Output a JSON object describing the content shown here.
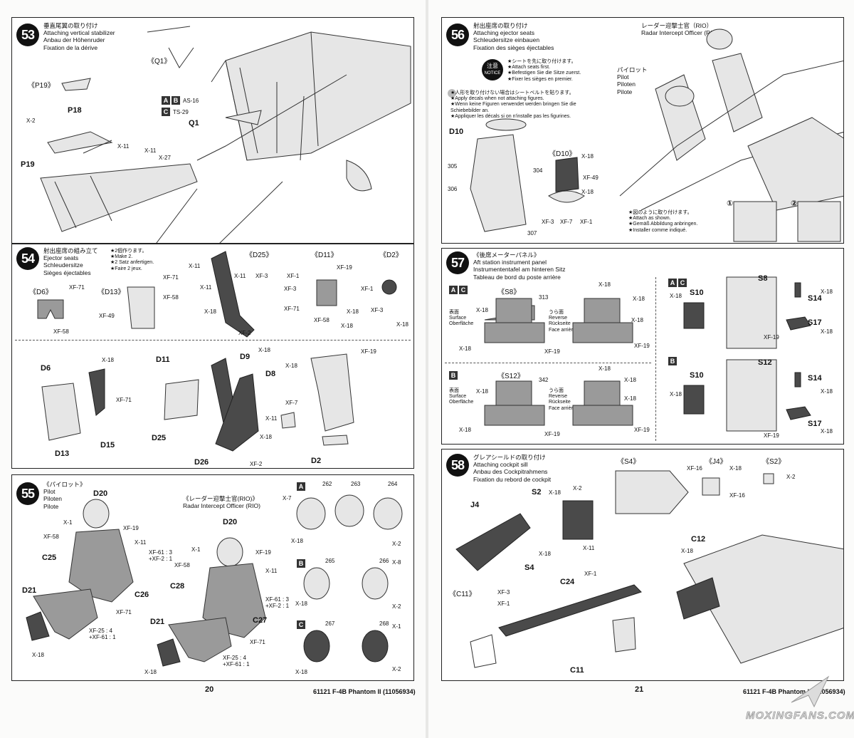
{
  "left_page": {
    "page_number": "20",
    "footer": "61121  F-4B Phantom II (11056934)"
  },
  "right_page": {
    "page_number": "21",
    "footer": "61121  F-4B Phantom II (11056934)"
  },
  "watermark": "MOXINGFANS.COM",
  "steps": {
    "s53": {
      "number": "53",
      "jp": "垂直尾翼の取り付け",
      "en": "Attaching vertical stabilizer",
      "de": "Anbau der Höhenruder",
      "fr": "Fixation de la dérive",
      "labels": {
        "q1_bracket": "《Q1》",
        "p19_bracket": "《P19》",
        "p18": "P18",
        "p19": "P19",
        "q1": "Q1",
        "x2": "X-2",
        "x11a": "X-11",
        "x11b": "X-11",
        "x27": "X-27",
        "a": "A",
        "b": "B",
        "c": "C",
        "as16": "AS-16",
        "ts29": "TS-29"
      }
    },
    "s54": {
      "number": "54",
      "jp": "射出座席の組み立て",
      "en": "Ejector seats",
      "de": "Schleudersitze",
      "fr": "Sièges éjectables",
      "make": [
        "★2個作ります。",
        "★Make 2.",
        "★2 Satz anfertigen.",
        "★Faire 2 jeux."
      ],
      "labels": {
        "d6b": "《D6》",
        "d13b": "《D13》",
        "d25b": "《D25》",
        "d11b": "《D11》",
        "d2b": "《D2》",
        "xf71a": "XF-71",
        "xf58a": "XF-58",
        "xf71b": "XF-71",
        "xf58b": "XF-58",
        "xf49": "XF-49",
        "x11a": "X-11",
        "x11b": "X-11",
        "x11c": "X-11",
        "xf3a": "XF-3",
        "x18a": "X-18",
        "xf2a": "XF-2",
        "xf1a": "XF-1",
        "xf19a": "XF-19",
        "xf3b": "XF-3",
        "xf71c": "XF-71",
        "x18b": "X-18",
        "xf58c": "XF-58",
        "x18c": "X-18",
        "xf1b": "XF-1",
        "xf3c": "XF-3",
        "x18d": "X-18",
        "d6": "D6",
        "d15": "D15",
        "d13": "D13",
        "d11": "D11",
        "d9": "D9",
        "d8": "D8",
        "d25": "D25",
        "d26": "D26",
        "d2": "D2",
        "x18e": "X-18",
        "xf71d": "XF-71",
        "x18f": "X-18",
        "x18g": "X-18",
        "xf7": "XF-7",
        "x11d": "X-11",
        "x18h": "X-18",
        "xf2b": "XF-2",
        "xf19b": "XF-19"
      }
    },
    "s55": {
      "number": "55",
      "jp": "《パイロット》",
      "en": "Pilot",
      "de": "Piloten",
      "fr": "Pilote",
      "rio_jp": "《レーダー迎撃士官(RIO)》",
      "rio_en": "Radar Intercept Officer (RIO)",
      "labels": {
        "d20a": "D20",
        "d20b": "D20",
        "x1a": "X-1",
        "xf19a": "XF-19",
        "xf58a": "XF-58",
        "x11a": "X-11",
        "mix1": "XF-61 : 3",
        "mix1b": "+XF-2 : 1",
        "c25": "C25",
        "c26": "C26",
        "d21a": "D21",
        "xf71a": "XF-71",
        "mix2": "XF-25 : 4",
        "mix2b": "+XF-61 : 1",
        "x18a": "X-18",
        "x1b": "X-1",
        "xf19b": "XF-19",
        "xf58b": "XF-58",
        "x11b": "X-11",
        "c28": "C28",
        "mix3": "XF-61 : 3",
        "mix3b": "+XF-2 : 1",
        "c27": "C27",
        "d21b": "D21",
        "xf71b": "XF-71",
        "mix4": "XF-25 : 4",
        "mix4b": "+XF-61 : 1",
        "x18b": "X-18",
        "a": "A",
        "b": "B",
        "c": "C",
        "x7": "X-7",
        "x18c": "X-18",
        "x2a": "X-2",
        "x8": "X-8",
        "x18d": "X-18",
        "x2b": "X-2",
        "x1c": "X-1",
        "x18e": "X-18",
        "x2c": "X-2",
        "d262": "262",
        "d263": "263",
        "d264": "264",
        "d265": "265",
        "d266": "266",
        "d267": "267",
        "d268": "268"
      }
    },
    "s56": {
      "number": "56",
      "jp": "射出座席の取り付け",
      "en": "Attaching ejector seats",
      "de": "Schleudersitze einbauen",
      "fr": "Fixation des sièges éjectables",
      "notice_badge_jp": "注意",
      "notice_badge_en": "NOTICE",
      "notice": [
        "★シートを先に取り付けます。",
        "★Attach seats first.",
        "★Befestigen Sie die Sitze zuerst.",
        "★Fixer les sièges en premier."
      ],
      "decal_note": [
        "★人形を取り付けない場合はシートベルトを貼ります。",
        "★Apply decals when not attaching figures.",
        "★Wenn keine Figuren verwendet werden bringen Sie die",
        "  Schiebebilder an.",
        "★Appliquer les décals si on n'installe pas les figurines."
      ],
      "rio_jp": "レーダー迎撃士官（RIO）",
      "rio_en": "Radar Intercept Officer (RIO)",
      "pilot_jp": "パイロット",
      "pilot_en": "Pilot",
      "pilot_de": "Piloten",
      "pilot_fr": "Pilote",
      "install_note": [
        "★図のように取り付けます。",
        "★Attach as shown.",
        "★Gemäß Abbildung anbringen.",
        "★Installer comme indiqué."
      ],
      "labels": {
        "d10": "D10",
        "d10b": "《D10》",
        "x18a": "X-18",
        "xf49": "XF-49",
        "x18b": "X-18",
        "xf3": "XF-3",
        "xf7": "XF-7",
        "xf1": "XF-1",
        "n305": "305",
        "n306": "306",
        "n304": "304",
        "n307": "307",
        "c1": "①",
        "c2": "②"
      }
    },
    "s57": {
      "number": "57",
      "jp": "《後席メーターパネル》",
      "en": "Aft station instrument panel",
      "de": "Instrumententafel am hinteren Sitz",
      "fr": "Tableau de bord du poste arrière",
      "surface": [
        "表面",
        "Surface",
        "Oberfläche"
      ],
      "reverse": [
        "うら面",
        "Reverse",
        "Rückseite",
        "Face arrière"
      ],
      "surface2": [
        "表面",
        "Surface",
        "Oberfläche"
      ],
      "reverse2": [
        "うら面",
        "Reverse",
        "Rückseite",
        "Face arrière"
      ],
      "labels": {
        "a": "A",
        "c": "C",
        "b": "B",
        "a2": "A",
        "c2": "C",
        "b2": "B",
        "s8b": "《S8》",
        "s12b": "《S12》",
        "x18a": "X-18",
        "x18b": "X-18",
        "x18c": "X-18",
        "x18d": "X-18",
        "x18e": "X-18",
        "xf19a": "XF-19",
        "xf19b": "XF-19",
        "x18f": "X-18",
        "x18g": "X-18",
        "x18h": "X-18",
        "x18i": "X-18",
        "x18j": "X-18",
        "xf19c": "XF-19",
        "xf19d": "XF-19",
        "n313": "313",
        "n342": "342",
        "s8": "S8",
        "s10a": "S10",
        "s14a": "S14",
        "s17a": "S17",
        "s12": "S12",
        "s10b": "S10",
        "s14b": "S14",
        "s17b": "S17",
        "x18k": "X-18",
        "x18l": "X-18",
        "x18m": "X-18",
        "xf19e": "XF-19",
        "x18n": "X-18",
        "x18o": "X-18",
        "x18p": "X-18",
        "xf19f": "XF-19"
      }
    },
    "s58": {
      "number": "58",
      "jp": "グレアシールドの取り付け",
      "en": "Attaching cockpit sill",
      "de": "Anbau des Cockpitrahmens",
      "fr": "Fixation du rebord de cockpit",
      "labels": {
        "s4b": "《S4》",
        "j4b": "《J4》",
        "s2b": "《S2》",
        "xf16a": "XF-16",
        "x18a": "X-18",
        "xf16b": "XF-16",
        "x2a": "X-2",
        "x2b": "X-2",
        "j4": "J4",
        "s2": "S2",
        "x18b": "X-18",
        "x11": "X-11",
        "s4": "S4",
        "x18c": "X-18",
        "c11b": "《C11》",
        "xf3": "XF-3",
        "xf1a": "XF-1",
        "xf1b": "XF-1",
        "c24": "C24",
        "c11": "C11",
        "c12": "C12",
        "x18d": "X-18"
      }
    }
  }
}
